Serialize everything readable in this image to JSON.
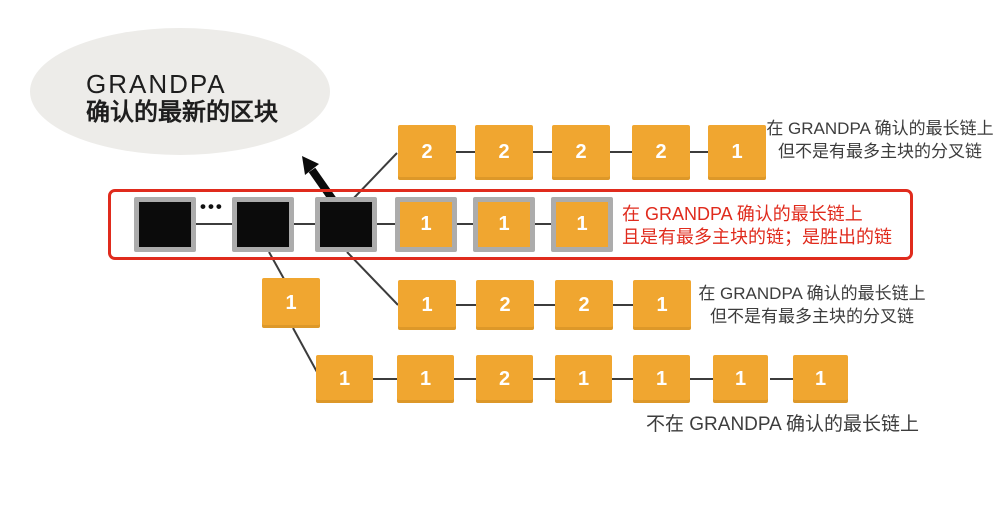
{
  "colors": {
    "orange": "#F0A630",
    "block_border_gray": "#ACACAC",
    "black_block": "#0B0B0B",
    "red": "#E02B1D",
    "annotation_gray": "#3D3D3D",
    "ellipse_fill": "#EDECE9",
    "wire": "#3C3C3C"
  },
  "ellipse": {
    "line1": "GRANDPA",
    "line2": "确认的最新的区块"
  },
  "main_chain": {
    "dots": "•••",
    "orange_values": [
      "1",
      "1",
      "1"
    ]
  },
  "forks": {
    "top": {
      "values": [
        "2",
        "2",
        "2",
        "2",
        "1"
      ],
      "caption_line1": "在 GRANDPA 确认的最长链上",
      "caption_line2": "但不是有最多主块的分叉链"
    },
    "winning_caption": {
      "line1": "在 GRANDPA 确认的最长链上",
      "line2": "且是有最多主块的链；是胜出的链"
    },
    "middle": {
      "values": [
        "1",
        "2",
        "2",
        "1"
      ],
      "caption_line1": "在 GRANDPA 确认的最长链上",
      "caption_line2": "但不是有最多主块的分叉链"
    },
    "bottom": {
      "standalone": "1",
      "values": [
        "1",
        "1",
        "2",
        "1",
        "1",
        "1",
        "1"
      ],
      "caption": "不在 GRANDPA 确认的最长链上"
    }
  }
}
